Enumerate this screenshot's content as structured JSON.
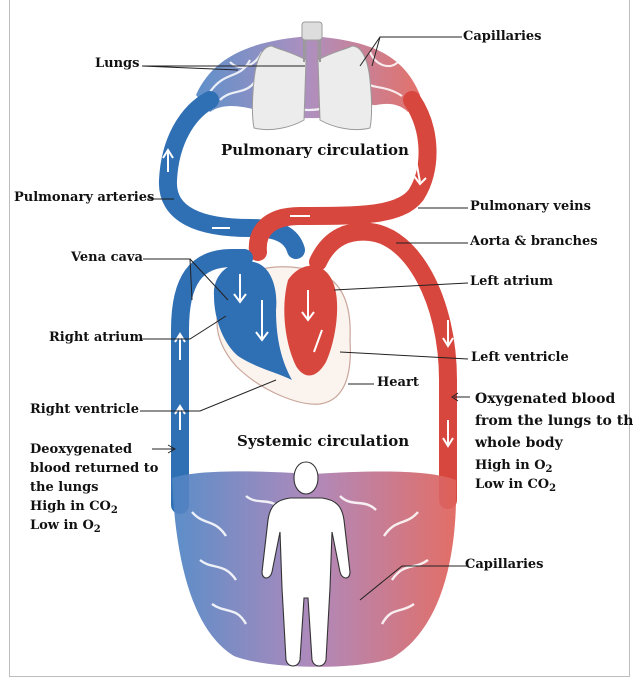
{
  "labels": {
    "lungs": "Lungs",
    "capillaries_top": "Capillaries",
    "pulmonary_circulation": "Pulmonary circulation",
    "pulmonary_arteries": "Pulmonary arteries",
    "pulmonary_veins": "Pulmonary veins",
    "aorta_branches": "Aorta & branches",
    "vena_cava": "Vena cava",
    "left_atrium": "Left atrium",
    "right_atrium": "Right atrium",
    "left_ventricle": "Left ventricle",
    "heart": "Heart",
    "right_ventricle": "Right ventricle",
    "systemic_circulation": "Systemic circulation",
    "oxygenated": {
      "line1": "Oxygenated blood",
      "line2": "from the lungs to the",
      "line3": "whole body",
      "high_prefix": "High in O",
      "high_sub": "2",
      "low_prefix": "Low in CO",
      "low_sub": "2"
    },
    "deoxygenated": {
      "line1": "Deoxygenated",
      "line2": "blood returned to",
      "line3": "the lungs",
      "high_prefix": "High in CO",
      "high_sub": "2",
      "low_prefix": "Low in O",
      "low_sub": "2"
    },
    "capillaries_bottom": "Capillaries"
  },
  "colors": {
    "deoxygenated_blue": "#2f6fb3",
    "oxygenated_red": "#d8473d",
    "capillary_purple": "#a679b2",
    "lungs_gray": "#e6e6e6"
  }
}
